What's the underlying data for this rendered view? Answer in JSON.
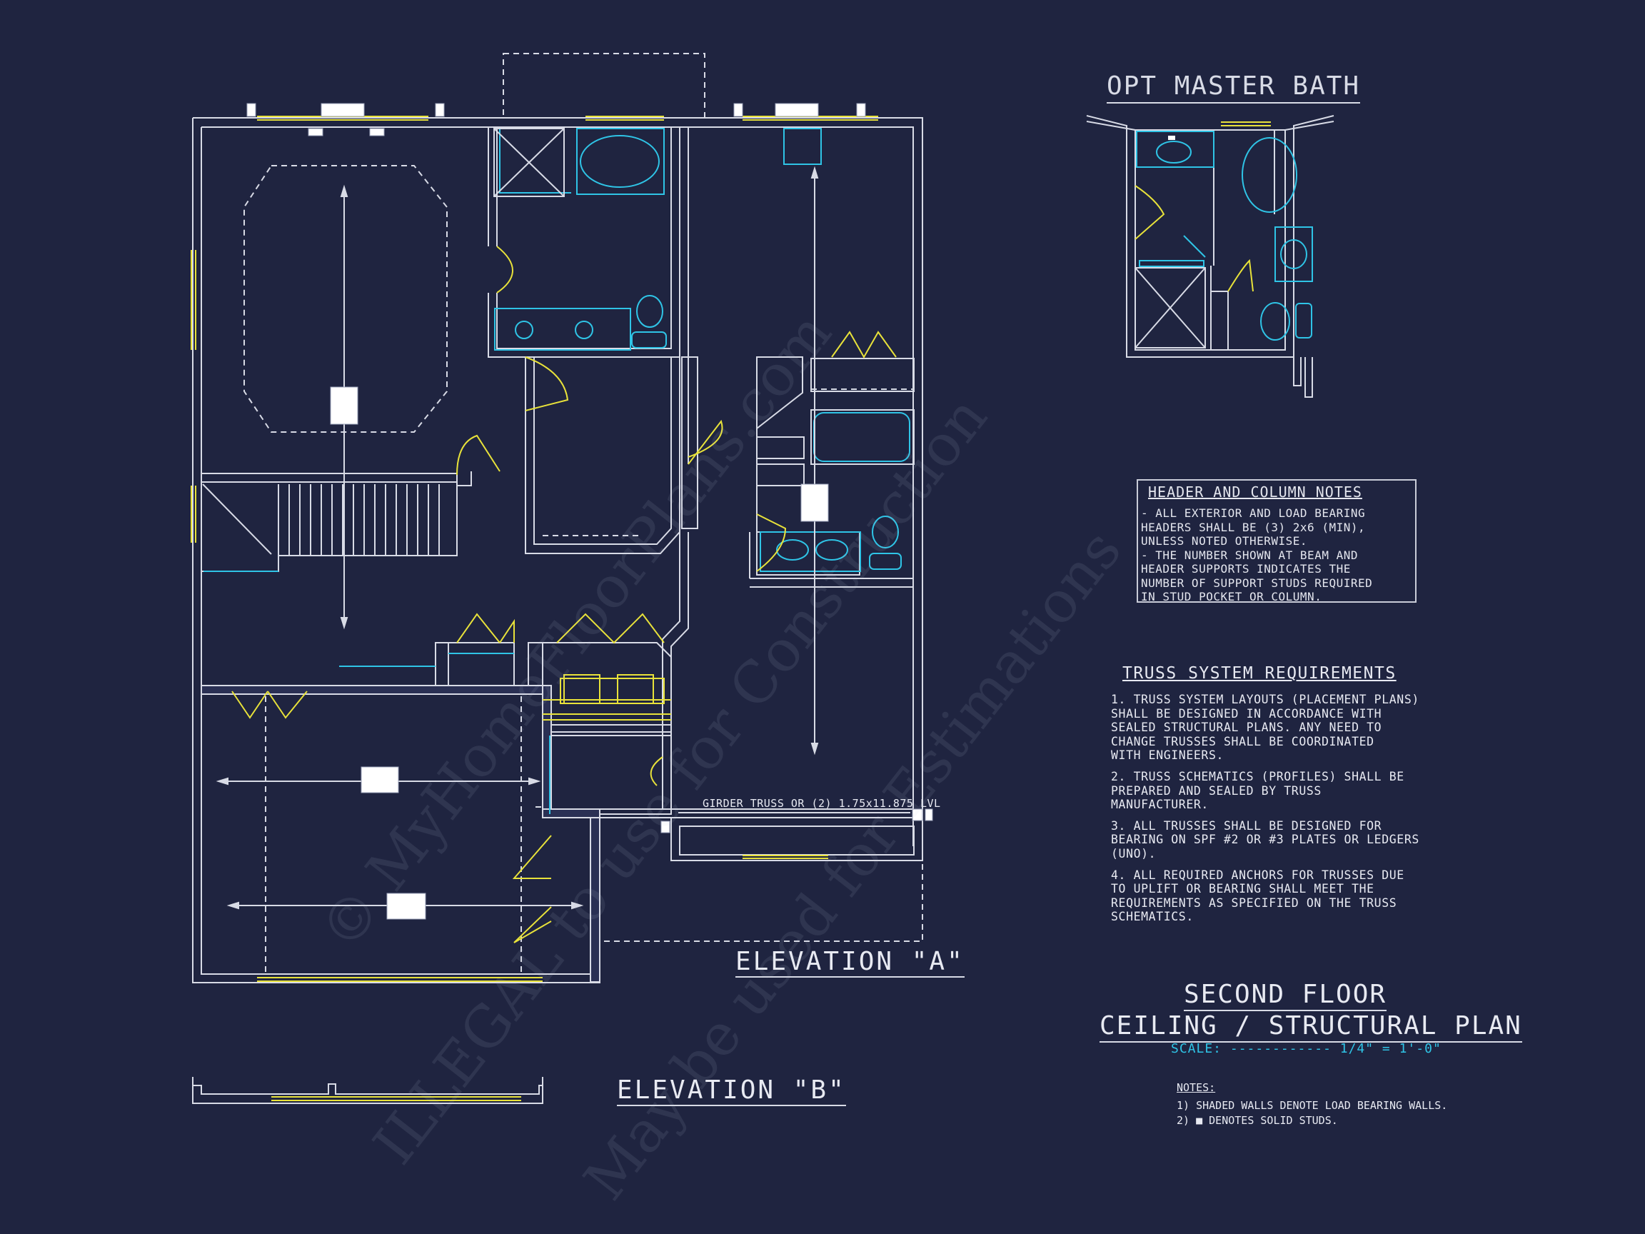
{
  "opt_master_bath": {
    "title": "OPT MASTER BATH"
  },
  "header_notes": {
    "title": "HEADER AND COLUMN NOTES",
    "lines": [
      "- ALL EXTERIOR AND LOAD BEARING",
      "HEADERS SHALL BE (3) 2x6 (MIN),",
      "UNLESS NOTED OTHERWISE.",
      "- THE NUMBER SHOWN AT BEAM AND",
      "HEADER SUPPORTS INDICATES THE",
      "NUMBER OF SUPPORT STUDS REQUIRED",
      "IN STUD POCKET OR COLUMN."
    ]
  },
  "truss": {
    "title": "TRUSS SYSTEM REQUIREMENTS",
    "paragraphs": [
      [
        "1. TRUSS SYSTEM LAYOUTS (PLACEMENT PLANS)",
        "SHALL BE DESIGNED IN ACCORDANCE WITH",
        "SEALED STRUCTURAL PLANS. ANY NEED TO",
        "CHANGE TRUSSES SHALL BE COORDINATED",
        "WITH  ENGINEERS."
      ],
      [
        "2. TRUSS SCHEMATICS (PROFILES) SHALL BE",
        "PREPARED AND SEALED BY TRUSS",
        "MANUFACTURER."
      ],
      [
        "3. ALL TRUSSES SHALL BE DESIGNED FOR",
        "BEARING ON SPF #2 OR #3 PLATES OR LEDGERS",
        "(UNO)."
      ],
      [
        "4. ALL REQUIRED ANCHORS FOR TRUSSES DUE",
        "TO UPLIFT OR BEARING SHALL MEET THE",
        "REQUIREMENTS AS SPECIFIED ON THE TRUSS",
        "SCHEMATICS."
      ]
    ]
  },
  "plan": {
    "title_line1": "SECOND FLOOR",
    "title_line2": "CEILING / STRUCTURAL PLAN",
    "scale": "SCALE: ------------ 1/4\" = 1'-0\""
  },
  "notes": {
    "title": "NOTES:",
    "lines": [
      "1) SHADED WALLS DENOTE LOAD BEARING WALLS.",
      "2) ■ DENOTES SOLID STUDS."
    ]
  },
  "elevations": {
    "a": "ELEVATION \"A\"",
    "b": "ELEVATION \"B\""
  },
  "girder_label": "GIRDER TRUSS OR (2) 1.75x11.875 LVL",
  "watermarks": [
    "© MyHomeFloorPlans.com",
    "ILLEGAL to use for Construction",
    "May be used for Estimations"
  ],
  "colors": {
    "background": "#1f2440",
    "wall": "#d8dbe6",
    "fixture": "#2fc4e6",
    "door_window": "#e8e23a"
  }
}
